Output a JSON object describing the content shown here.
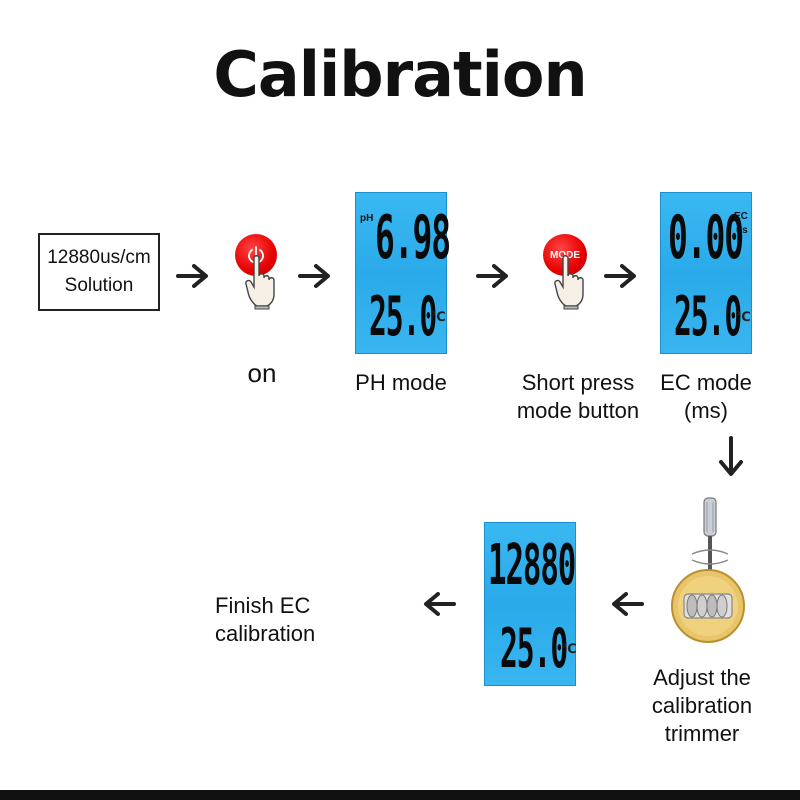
{
  "title": "Calibration",
  "solution_box": {
    "line1": "12880us/cm",
    "line2": "Solution"
  },
  "steps": {
    "on": {
      "label": "on",
      "icon": "power-icon"
    },
    "ph_mode": {
      "label": "PH mode",
      "tag": "pH",
      "value": "6.98",
      "temp": "25.0",
      "temp_unit": "℃"
    },
    "short_press": {
      "label_line1": "Short press",
      "label_line2": "mode button",
      "button_text": "MODE"
    },
    "ec_mode": {
      "label_line1": "EC mode",
      "label_line2": "(ms)",
      "tag1": "EC",
      "tag2": "us",
      "value": "0.00",
      "temp": "25.0",
      "temp_unit": "℃"
    },
    "adjust": {
      "label_line1": "Adjust the",
      "label_line2": "calibration",
      "label_line3": "trimmer"
    },
    "final_display": {
      "value": "12880",
      "temp": "25.0",
      "temp_unit": "℃"
    },
    "finish": {
      "label": "Finish EC calibration"
    }
  },
  "colors": {
    "lcd_blue": "#2aaae9",
    "button_red": "#e60000",
    "arrow": "#222222"
  }
}
